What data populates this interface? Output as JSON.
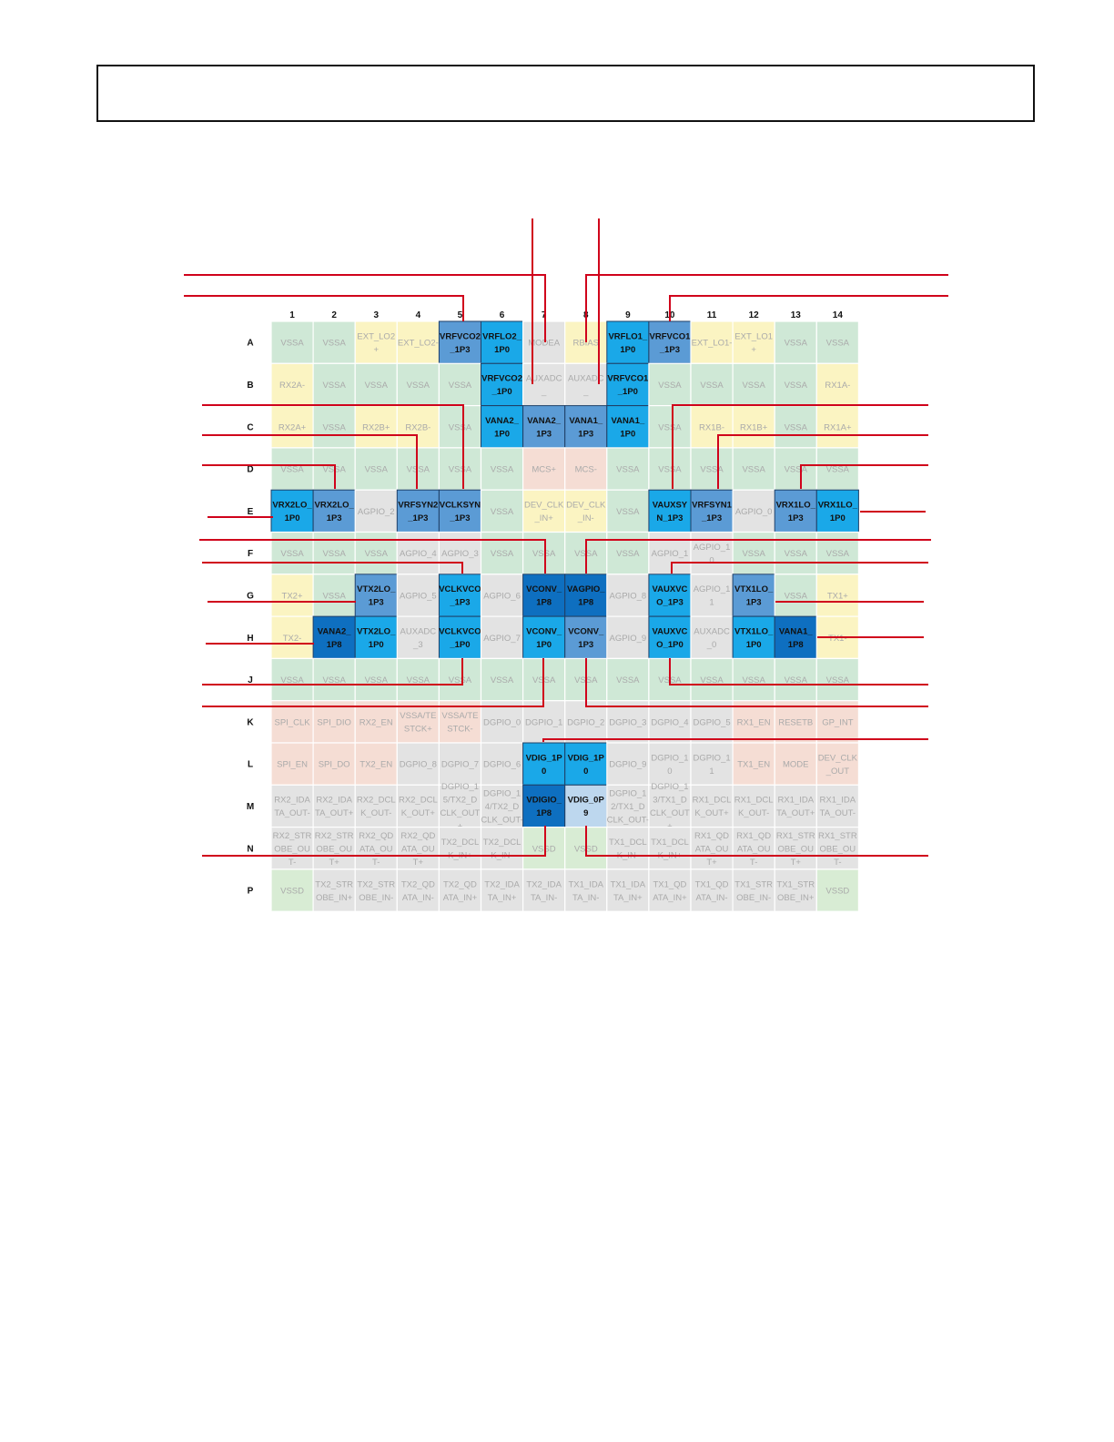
{
  "colors": {
    "vssa": "#cfe8d6",
    "ext": "#fbf4c2",
    "gray": "#e3e3e3",
    "salmon": "#f5ddd4",
    "vssd": "#d8ecd4",
    "c1": "#1aa8e8",
    "c2": "#5b9bd5",
    "c3": "#0e6fc0",
    "c4": "#bdd7ee",
    "leader": "#d0021b",
    "faded_text": "#aaaaaa",
    "dark_text": "#111111",
    "grid_line": "#ffffff"
  },
  "columns": [
    "1",
    "2",
    "3",
    "4",
    "5",
    "6",
    "7",
    "8",
    "9",
    "10",
    "11",
    "12",
    "13",
    "14"
  ],
  "rows": [
    "A",
    "B",
    "C",
    "D",
    "E",
    "F",
    "G",
    "H",
    "J",
    "K",
    "L",
    "M",
    "N",
    "P"
  ],
  "cells": [
    [
      "VSSA",
      "VSSA",
      "EXT_LO2\n+",
      "EXT_LO2-",
      "VRFVCO2\n_1P3",
      "VRFLO2_\n1P0",
      "MODEA",
      "RBIAS",
      "VRFLO1_\n1P0",
      "VRFVCO1\n_1P3",
      "EXT_LO1-",
      "EXT_LO1\n+",
      "VSSA",
      "VSSA"
    ],
    [
      "RX2A-",
      "VSSA",
      "VSSA",
      "VSSA",
      "VSSA",
      "VRFVCO2\n_1P0",
      "AUXADC\n_",
      "AUXADC\n_",
      "VRFVCO1\n_1P0",
      "VSSA",
      "VSSA",
      "VSSA",
      "VSSA",
      "RX1A-"
    ],
    [
      "RX2A+",
      "VSSA",
      "RX2B+",
      "RX2B-",
      "VSSA",
      "VANA2_\n1P0",
      "VANA2_\n1P3",
      "VANA1_\n1P3",
      "VANA1_\n1P0",
      "VSSA",
      "RX1B-",
      "RX1B+",
      "VSSA",
      "RX1A+"
    ],
    [
      "VSSA",
      "VSSA",
      "VSSA",
      "VSSA",
      "VSSA",
      "VSSA",
      "MCS+",
      "MCS-",
      "VSSA",
      "VSSA",
      "VSSA",
      "VSSA",
      "VSSA",
      "VSSA"
    ],
    [
      "VRX2LO_\n1P0",
      "VRX2LO_\n1P3",
      "AGPIO_2",
      "VRFSYN2\n_1P3",
      "VCLKSYN\n_1P3",
      "VSSA",
      "DEV_CLK\n_IN+",
      "DEV_CLK\n_IN-",
      "VSSA",
      "VAUXSY\nN_1P3",
      "VRFSYN1\n_1P3",
      "AGPIO_0",
      "VRX1LO_\n1P3",
      "VRX1LO_\n1P0"
    ],
    [
      "VSSA",
      "VSSA",
      "VSSA",
      "AGPIO_4",
      "AGPIO_3",
      "VSSA",
      "VSSA",
      "VSSA",
      "VSSA",
      "AGPIO_1",
      "AGPIO_1\n0",
      "VSSA",
      "VSSA",
      "VSSA"
    ],
    [
      "TX2+",
      "VSSA",
      "VTX2LO_\n1P3",
      "AGPIO_5",
      "VCLKVCO\n_1P3",
      "AGPIO_6",
      "VCONV_\n1P8",
      "VAGPIO_\n1P8",
      "AGPIO_8",
      "VAUXVC\nO_1P3",
      "AGPIO_1\n1",
      "VTX1LO_\n1P3",
      "VSSA",
      "TX1+"
    ],
    [
      "TX2-",
      "VANA2_\n1P8",
      "VTX2LO_\n1P0",
      "AUXADC\n_3",
      "VCLKVCO\n_1P0",
      "AGPIO_7",
      "VCONV_\n1P0",
      "VCONV_\n1P3",
      "AGPIO_9",
      "VAUXVC\nO_1P0",
      "AUXADC\n_0",
      "VTX1LO_\n1P0",
      "VANA1_\n1P8",
      "TX1-"
    ],
    [
      "VSSA",
      "VSSA",
      "VSSA",
      "VSSA",
      "VSSA",
      "VSSA",
      "VSSA",
      "VSSA",
      "VSSA",
      "VSSA",
      "VSSA",
      "VSSA",
      "VSSA",
      "VSSA"
    ],
    [
      "SPI_CLK",
      "SPI_DIO",
      "RX2_EN",
      "VSSA/TE\nSTCK+",
      "VSSA/TE\nSTCK-",
      "DGPIO_0",
      "DGPIO_1",
      "DGPIO_2",
      "DGPIO_3",
      "DGPIO_4",
      "DGPIO_5",
      "RX1_EN",
      "RESETB",
      "GP_INT"
    ],
    [
      "SPI_EN",
      "SPI_DO",
      "TX2_EN",
      "DGPIO_8",
      "DGPIO_7",
      "DGPIO_6",
      "VDIG_1P\n0",
      "VDIG_1P\n0",
      "DGPIO_9",
      "DGPIO_1\n0",
      "DGPIO_1\n1",
      "TX1_EN",
      "MODE",
      "DEV_CLK\n_OUT"
    ],
    [
      "RX2_IDA\nTA_OUT-",
      "RX2_IDA\nTA_OUT+",
      "RX2_DCL\nK_OUT-",
      "RX2_DCL\nK_OUT+",
      "DGPIO_1\n5/TX2_D\nCLK_OUT\n+",
      "DGPIO_1\n4/TX2_D\nCLK_OUT-",
      "VDIGIO_\n1P8",
      "VDIG_0P\n9",
      "DGPIO_1\n2/TX1_D\nCLK_OUT-",
      "DGPIO_1\n3/TX1_D\nCLK_OUT\n+",
      "RX1_DCL\nK_OUT+",
      "RX1_DCL\nK_OUT-",
      "RX1_IDA\nTA_OUT+",
      "RX1_IDA\nTA_OUT-"
    ],
    [
      "RX2_STR\nOBE_OU\nT-",
      "RX2_STR\nOBE_OU\nT+",
      "RX2_QD\nATA_OU\nT-",
      "RX2_QD\nATA_OU\nT+",
      "TX2_DCL\nK_IN+",
      "TX2_DCL\nK_IN-",
      "VSSD",
      "VSSD",
      "TX1_DCL\nK_IN-",
      "TX1_DCL\nK_IN+",
      "RX1_QD\nATA_OU\nT+",
      "RX1_QD\nATA_OU\nT-",
      "RX1_STR\nOBE_OU\nT+",
      "RX1_STR\nOBE_OU\nT-"
    ],
    [
      "VSSD",
      "TX2_STR\nOBE_IN+",
      "TX2_STR\nOBE_IN-",
      "TX2_QD\nATA_IN-",
      "TX2_QD\nATA_IN+",
      "TX2_IDA\nTA_IN+",
      "TX2_IDA\nTA_IN-",
      "TX1_IDA\nTA_IN-",
      "TX1_IDA\nTA_IN+",
      "TX1_QD\nATA_IN+",
      "TX1_QD\nATA_IN-",
      "TX1_STR\nOBE_IN-",
      "TX1_STR\nOBE_IN+",
      "VSSD"
    ]
  ],
  "cell_styles": [
    [
      "vssa",
      "vssa",
      "ext",
      "ext",
      "c2",
      "c1",
      "gray",
      "ext",
      "c1",
      "c2",
      "ext",
      "ext",
      "vssa",
      "vssa"
    ],
    [
      "ext",
      "vssa",
      "vssa",
      "vssa",
      "vssa",
      "c1",
      "gray",
      "gray",
      "c1",
      "vssa",
      "vssa",
      "vssa",
      "vssa",
      "ext"
    ],
    [
      "ext",
      "vssa",
      "ext",
      "ext",
      "vssa",
      "c1",
      "c2",
      "c2",
      "c1",
      "vssa",
      "ext",
      "ext",
      "vssa",
      "ext"
    ],
    [
      "vssa",
      "vssa",
      "vssa",
      "vssa",
      "vssa",
      "vssa",
      "salmon",
      "salmon",
      "vssa",
      "vssa",
      "vssa",
      "vssa",
      "vssa",
      "vssa"
    ],
    [
      "c1",
      "c2",
      "gray",
      "c2",
      "c2",
      "vssa",
      "ext",
      "ext",
      "vssa",
      "c1",
      "c2",
      "gray",
      "c2",
      "c1"
    ],
    [
      "vssa",
      "vssa",
      "vssa",
      "gray",
      "gray",
      "vssa",
      "vssa",
      "vssa",
      "vssa",
      "gray",
      "gray",
      "vssa",
      "vssa",
      "vssa"
    ],
    [
      "ext",
      "vssa",
      "c2",
      "gray",
      "c1",
      "gray",
      "c3",
      "c3",
      "gray",
      "c1",
      "gray",
      "c2",
      "vssa",
      "ext"
    ],
    [
      "ext",
      "c3",
      "c1",
      "gray",
      "c1",
      "gray",
      "c1",
      "c2",
      "gray",
      "c1",
      "gray",
      "c1",
      "c3",
      "ext"
    ],
    [
      "vssa",
      "vssa",
      "vssa",
      "vssa",
      "vssa",
      "vssa",
      "vssa",
      "vssa",
      "vssa",
      "vssa",
      "vssa",
      "vssa",
      "vssa",
      "vssa"
    ],
    [
      "salmon",
      "salmon",
      "salmon",
      "salmon",
      "salmon",
      "gray",
      "gray",
      "gray",
      "gray",
      "gray",
      "gray",
      "salmon",
      "salmon",
      "salmon"
    ],
    [
      "salmon",
      "salmon",
      "salmon",
      "gray",
      "gray",
      "gray",
      "c1",
      "c1",
      "gray",
      "gray",
      "gray",
      "salmon",
      "salmon",
      "salmon"
    ],
    [
      "gray",
      "gray",
      "gray",
      "gray",
      "gray",
      "gray",
      "c3",
      "c4",
      "gray",
      "gray",
      "gray",
      "gray",
      "gray",
      "gray"
    ],
    [
      "gray",
      "gray",
      "gray",
      "gray",
      "gray",
      "gray",
      "vssd",
      "vssd",
      "gray",
      "gray",
      "gray",
      "gray",
      "gray",
      "gray"
    ],
    [
      "vssd",
      "gray",
      "gray",
      "gray",
      "gray",
      "gray",
      "gray",
      "gray",
      "gray",
      "gray",
      "gray",
      "gray",
      "gray",
      "vssd"
    ]
  ]
}
